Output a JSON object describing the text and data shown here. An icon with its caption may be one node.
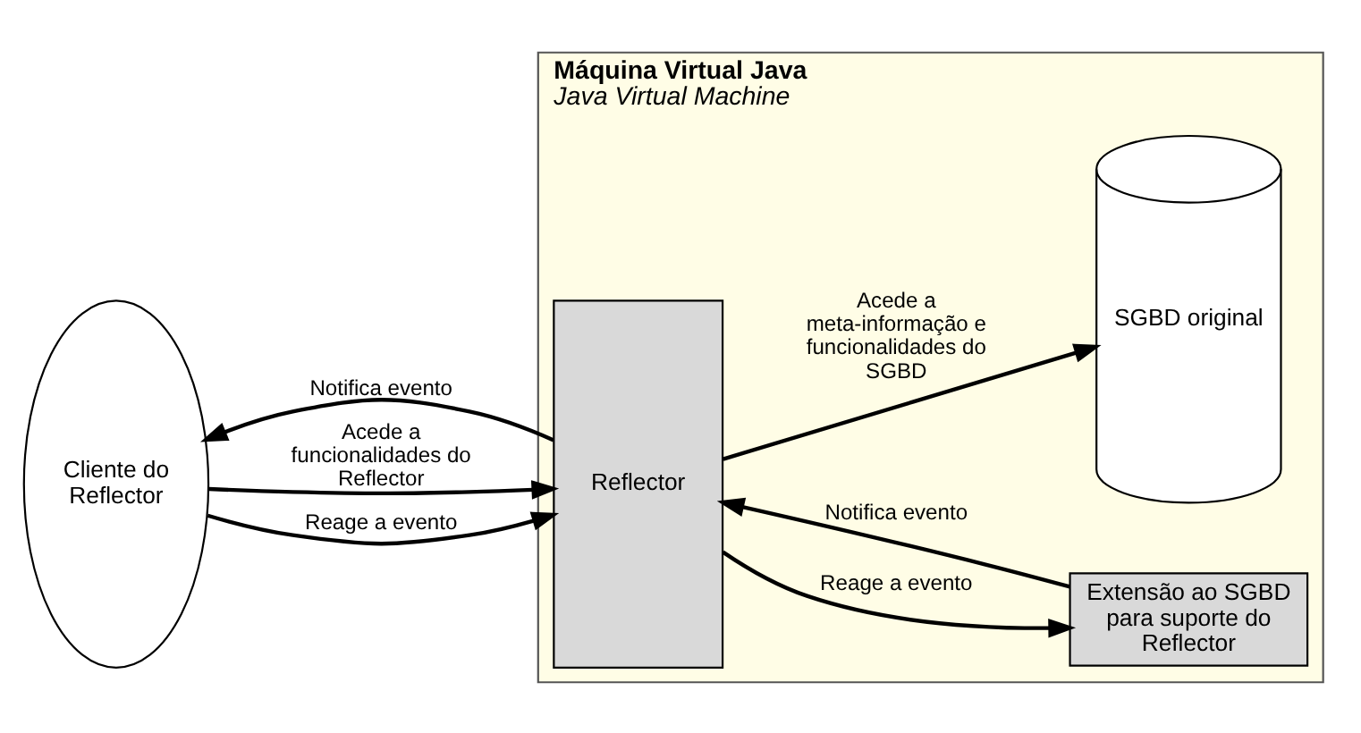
{
  "diagram": {
    "nodes": [
      {
        "text": [
          "Máquina Virtual Java",
          "Java Virtual Machine"
        ]
      },
      {
        "text": [
          "SGBD original"
        ],
        "in": 0
      },
      {
        "text": [
          "Extensão ao SGBD para suporte do Reflector"
        ],
        "in": 0
      },
      {
        "text": [
          "Reflector"
        ],
        "in": 0
      },
      {
        "text": [
          "Cliente do Reflector"
        ]
      }
    ],
    "edges": [
      {
        "from": 3,
        "to": 1,
        "arrow": "to",
        "label": "Acede a meta-informação e funcionalidades do SGBD"
      },
      {
        "from": 4,
        "to": 3,
        "arrow": "to",
        "label": "Acede a funcionalidades do Reflector"
      },
      {
        "from": 2,
        "to": 3,
        "arrow": "to",
        "label": "Notifica evento"
      },
      {
        "from": 3,
        "to": 2,
        "arrow": "to",
        "label": "Reage a evento"
      },
      {
        "from": 3,
        "to": 4,
        "arrow": "to",
        "label": "Notifica evento"
      },
      {
        "from": 4,
        "to": 3,
        "arrow": "to",
        "label": "Reage a evento"
      }
    ]
  }
}
